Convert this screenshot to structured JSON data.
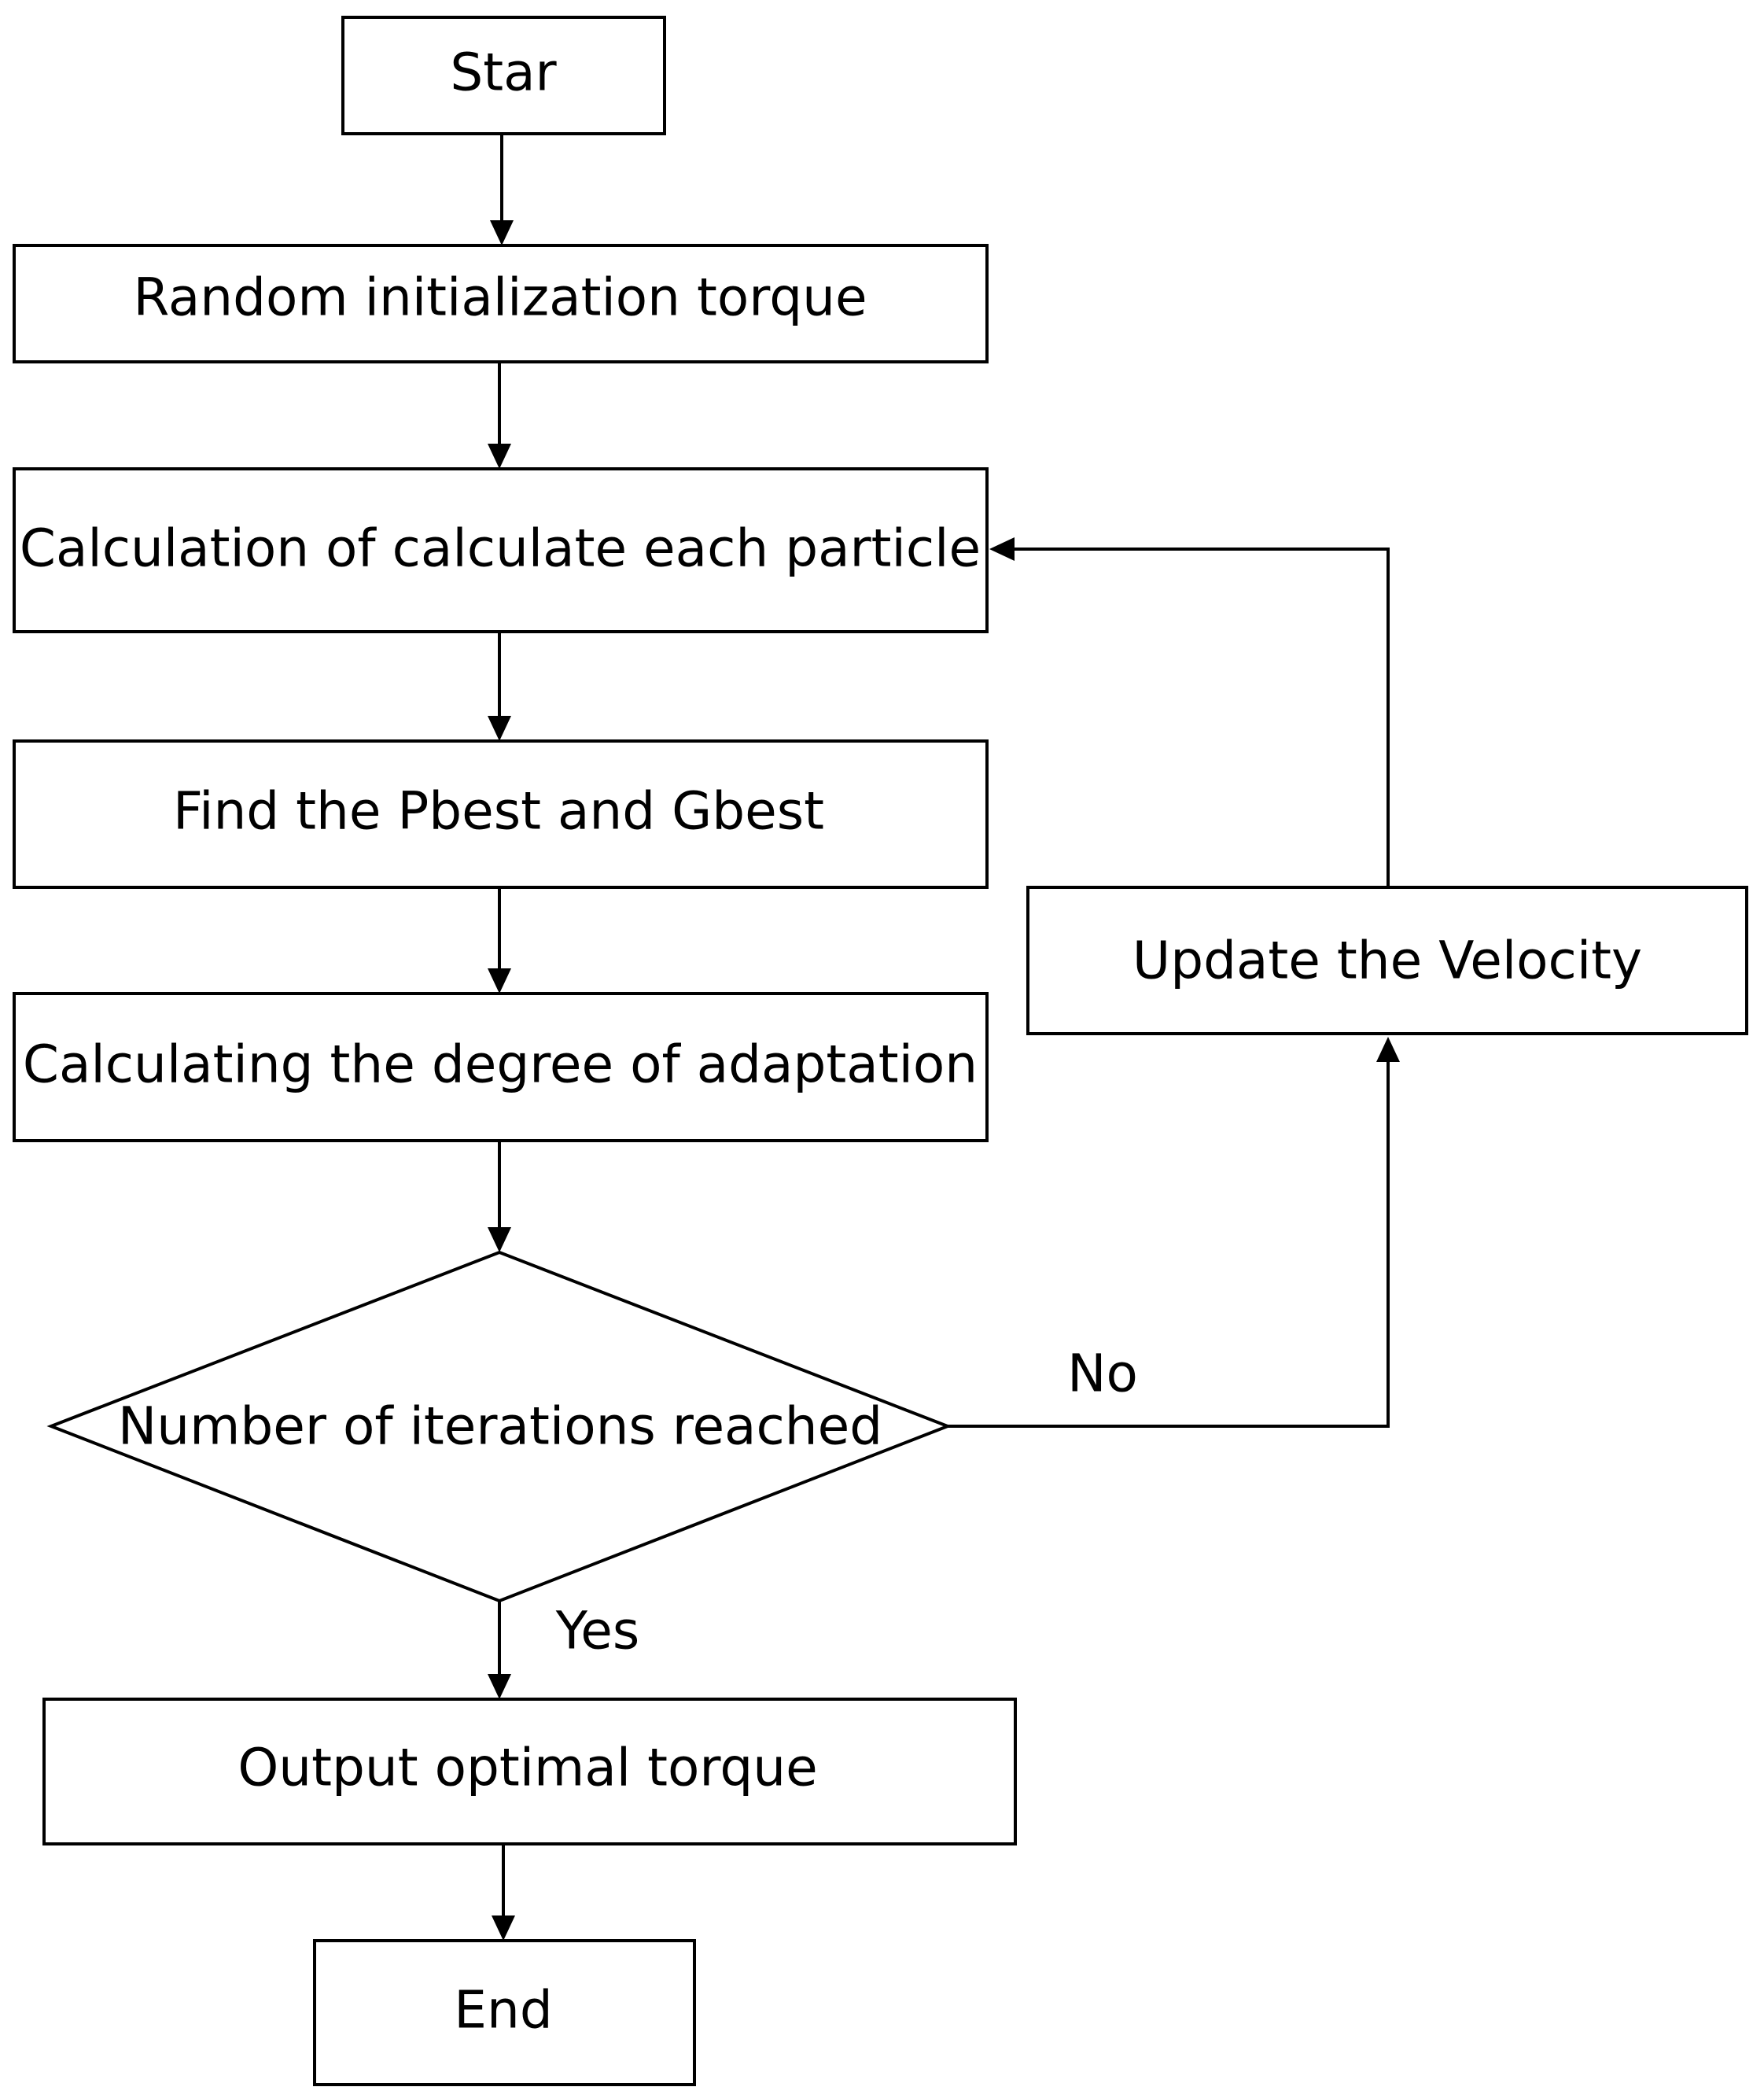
{
  "diagram": {
    "type": "flowchart",
    "nodes": {
      "start": "Star",
      "init": "Random initialization torque",
      "calc_particle": "Calculation of calculate each particle",
      "find_best": "Find the Pbest and Gbest",
      "calc_adapt": "Calculating the degree of adaptation",
      "decision": "Number of iterations reached",
      "update_velocity": "Update the Velocity",
      "output": "Output optimal torque",
      "end": "End"
    },
    "edge_labels": {
      "no": "No",
      "yes": "Yes"
    },
    "edges": [
      [
        "start",
        "init"
      ],
      [
        "init",
        "calc_particle"
      ],
      [
        "calc_particle",
        "find_best"
      ],
      [
        "find_best",
        "calc_adapt"
      ],
      [
        "calc_adapt",
        "decision"
      ],
      [
        "decision",
        "output",
        "yes"
      ],
      [
        "decision",
        "update_velocity",
        "no"
      ],
      [
        "update_velocity",
        "calc_particle"
      ],
      [
        "output",
        "end"
      ]
    ]
  }
}
